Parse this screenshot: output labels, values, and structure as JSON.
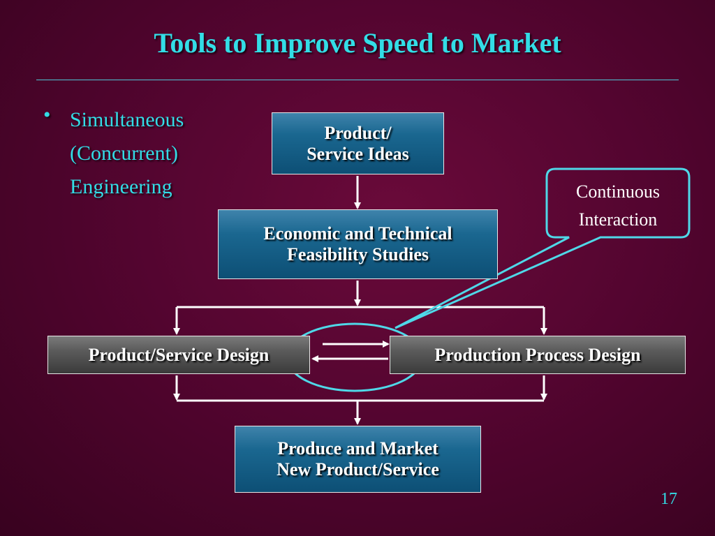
{
  "slide": {
    "title": "Tools to Improve Speed to Market",
    "bullet_symbol": "•",
    "bullet_lines": [
      "Simultaneous",
      "(Concurrent)",
      "Engineering"
    ],
    "page_number": "17"
  },
  "diagram": {
    "ideas": [
      "Product/",
      "Service Ideas"
    ],
    "feasibility": [
      "Economic and Technical",
      "Feasibility Studies"
    ],
    "product_service_design": "Product/Service Design",
    "production_process_design": "Production Process Design",
    "produce_market": [
      "Produce and Market",
      "New Product/Service"
    ],
    "callout": [
      "Continuous",
      "Interaction"
    ]
  },
  "colors": {
    "title": "#33dde6",
    "box_blue": "#1a6790",
    "box_gray": "#5a5a5a",
    "callout_outline": "#4fd8e8",
    "background": "#540530"
  }
}
